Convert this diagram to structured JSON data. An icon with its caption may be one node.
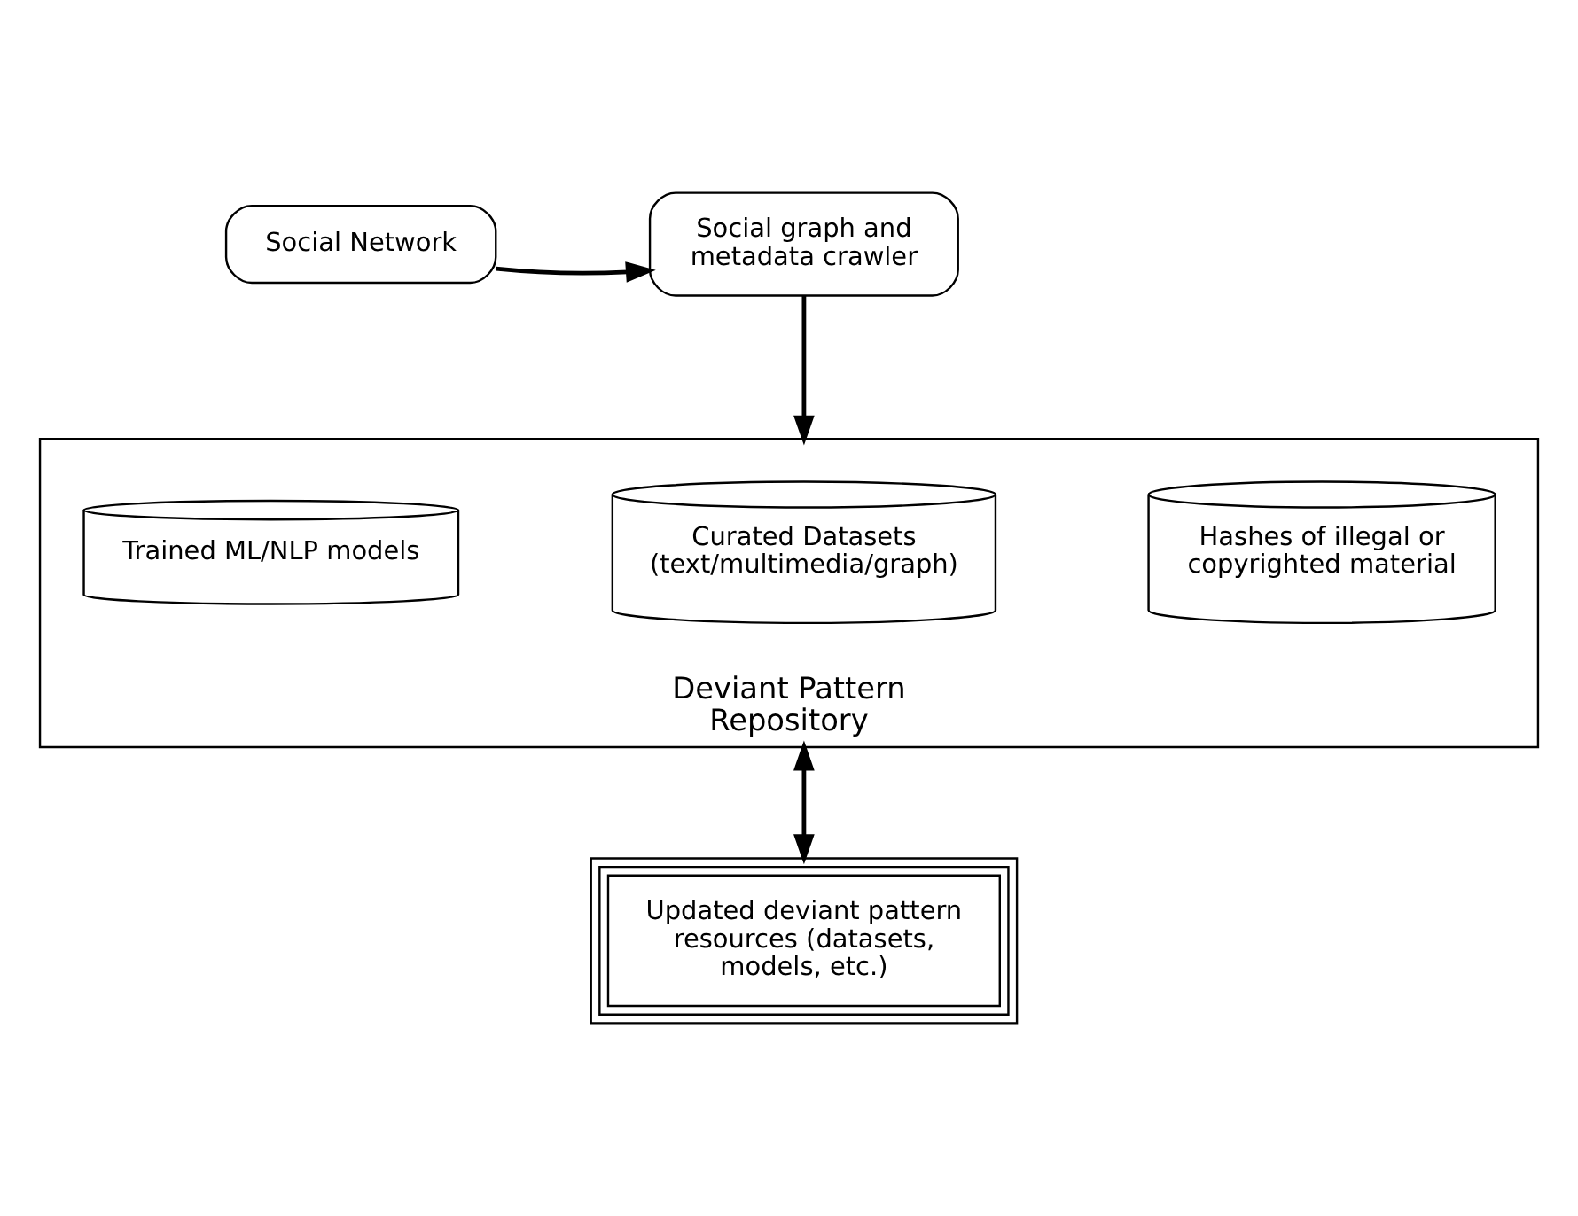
{
  "diagram": {
    "nodes": [
      {
        "text": [
          "Social Network"
        ]
      },
      {
        "text": [
          "Social graph and metadata crawler"
        ]
      },
      {
        "text": [
          "Deviant Pattern Repository"
        ]
      },
      {
        "text": [
          "Trained ML/NLP models"
        ],
        "in": 2
      },
      {
        "text": [
          "Curated Datasets (text/multimedia/graph)"
        ],
        "in": 2
      },
      {
        "text": [
          "Hashes of illegal or copyrighted material"
        ],
        "in": 2
      },
      {
        "text": [
          "Updated deviant pattern resources (datasets, models, etc.)"
        ]
      }
    ],
    "edges": [
      {
        "from": 0,
        "to": 1,
        "arrow": "to"
      },
      {
        "from": 1,
        "to": 2,
        "arrow": "to"
      },
      {
        "from": 2,
        "to": 6,
        "arrow": "both"
      }
    ]
  }
}
